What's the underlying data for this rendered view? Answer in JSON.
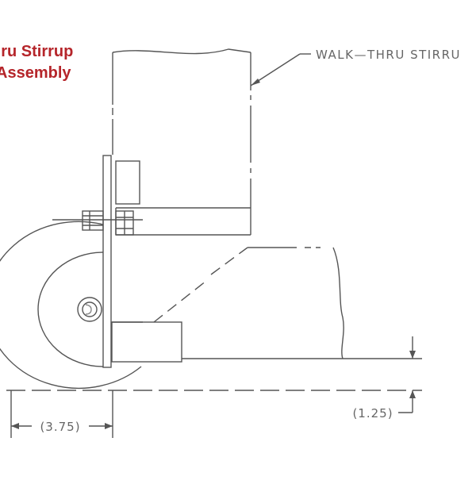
{
  "title": {
    "line1": "hru Stirrup",
    "line2": "Assembly"
  },
  "callouts": {
    "part_label": "WALK—THRU STIRRU",
    "dim_width": "(3.75)",
    "dim_height": "(1.25)"
  },
  "colors": {
    "title": "#b5252a",
    "line": "#555555",
    "text": "#666666"
  }
}
